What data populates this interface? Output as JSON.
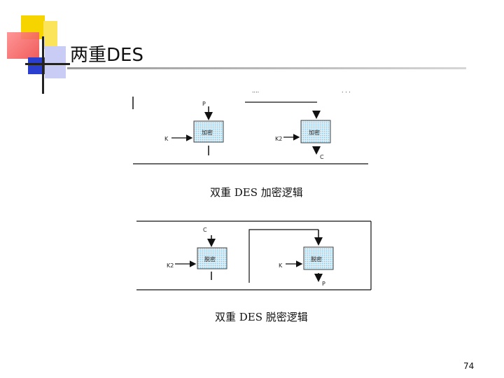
{
  "slide": {
    "title": "两重DES",
    "page_number": "74"
  },
  "encryption": {
    "caption": "双重 DES 加密逻辑",
    "box1": "加密",
    "box2": "加密",
    "input_label": "P",
    "key1_label": "K",
    "key2_label": "K2",
    "output_label": "C",
    "dots_left": "....",
    "dots_right": ". . ."
  },
  "decryption": {
    "caption": "双重 DES 脱密逻辑",
    "box1": "脱密",
    "box2": "脱密",
    "input_label": "C",
    "key1_label": "K2",
    "key2_label": "K",
    "output_label": "P"
  },
  "colors": {
    "deco_yellow": "#f5d400",
    "deco_red": "#ef4a4a",
    "deco_blue": "#2a3fd0",
    "box_fill": "#bfe3f2"
  }
}
